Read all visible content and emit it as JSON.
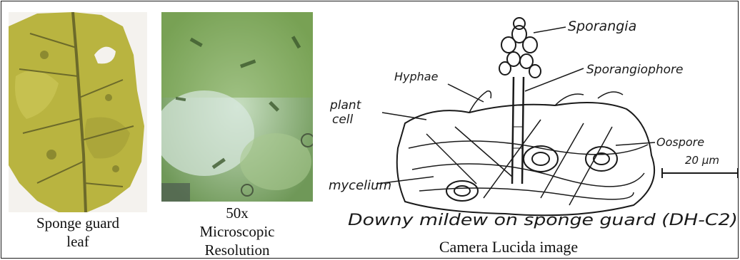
{
  "panels": {
    "leaf": {
      "caption_line1": "Sponge guard",
      "caption_line2": "leaf"
    },
    "microscope": {
      "caption_line1": "50x",
      "caption_line2": "Microscopic",
      "caption_line3": "Resolution"
    },
    "lucida": {
      "caption": "Camera Lucida image"
    }
  },
  "drawing": {
    "labels": {
      "sporangia": "Sporangia",
      "sporangiophore": "Sporangiophore",
      "hyphae": "Hyphae",
      "plant_cell_line1": "plant",
      "plant_cell_line2": "cell",
      "oospore": "Oospore",
      "mycelium": "mycelium",
      "scale": "20 µm"
    },
    "title": "Downy mildew on sponge guard (DH-C2)"
  },
  "colors": {
    "leaf": "#b9b440",
    "vein": "#6c6a2a",
    "micro": "#9ab87a",
    "ink": "#1a1a1a"
  }
}
